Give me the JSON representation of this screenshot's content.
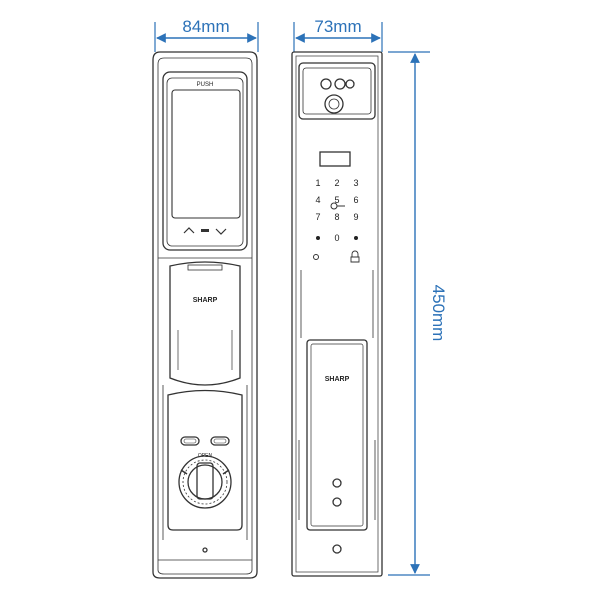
{
  "dimensions": {
    "width_front": "84mm",
    "width_side": "73mm",
    "height": "450mm"
  },
  "front_panel": {
    "push_label": "PUSH",
    "brand_logo": "SHARP",
    "nav_icons": [
      "chevron-up-icon",
      "minus-icon",
      "chevron-down-icon"
    ],
    "dial_label": "OPEN"
  },
  "side_panel": {
    "keypad_keys": [
      "1",
      "2",
      "3",
      "4",
      "5",
      "6",
      "7",
      "8",
      "9",
      "0"
    ],
    "brand_logo": "SHARP"
  },
  "colors": {
    "dimension_lines": "#2c72b8",
    "device_outline": "#333333"
  }
}
